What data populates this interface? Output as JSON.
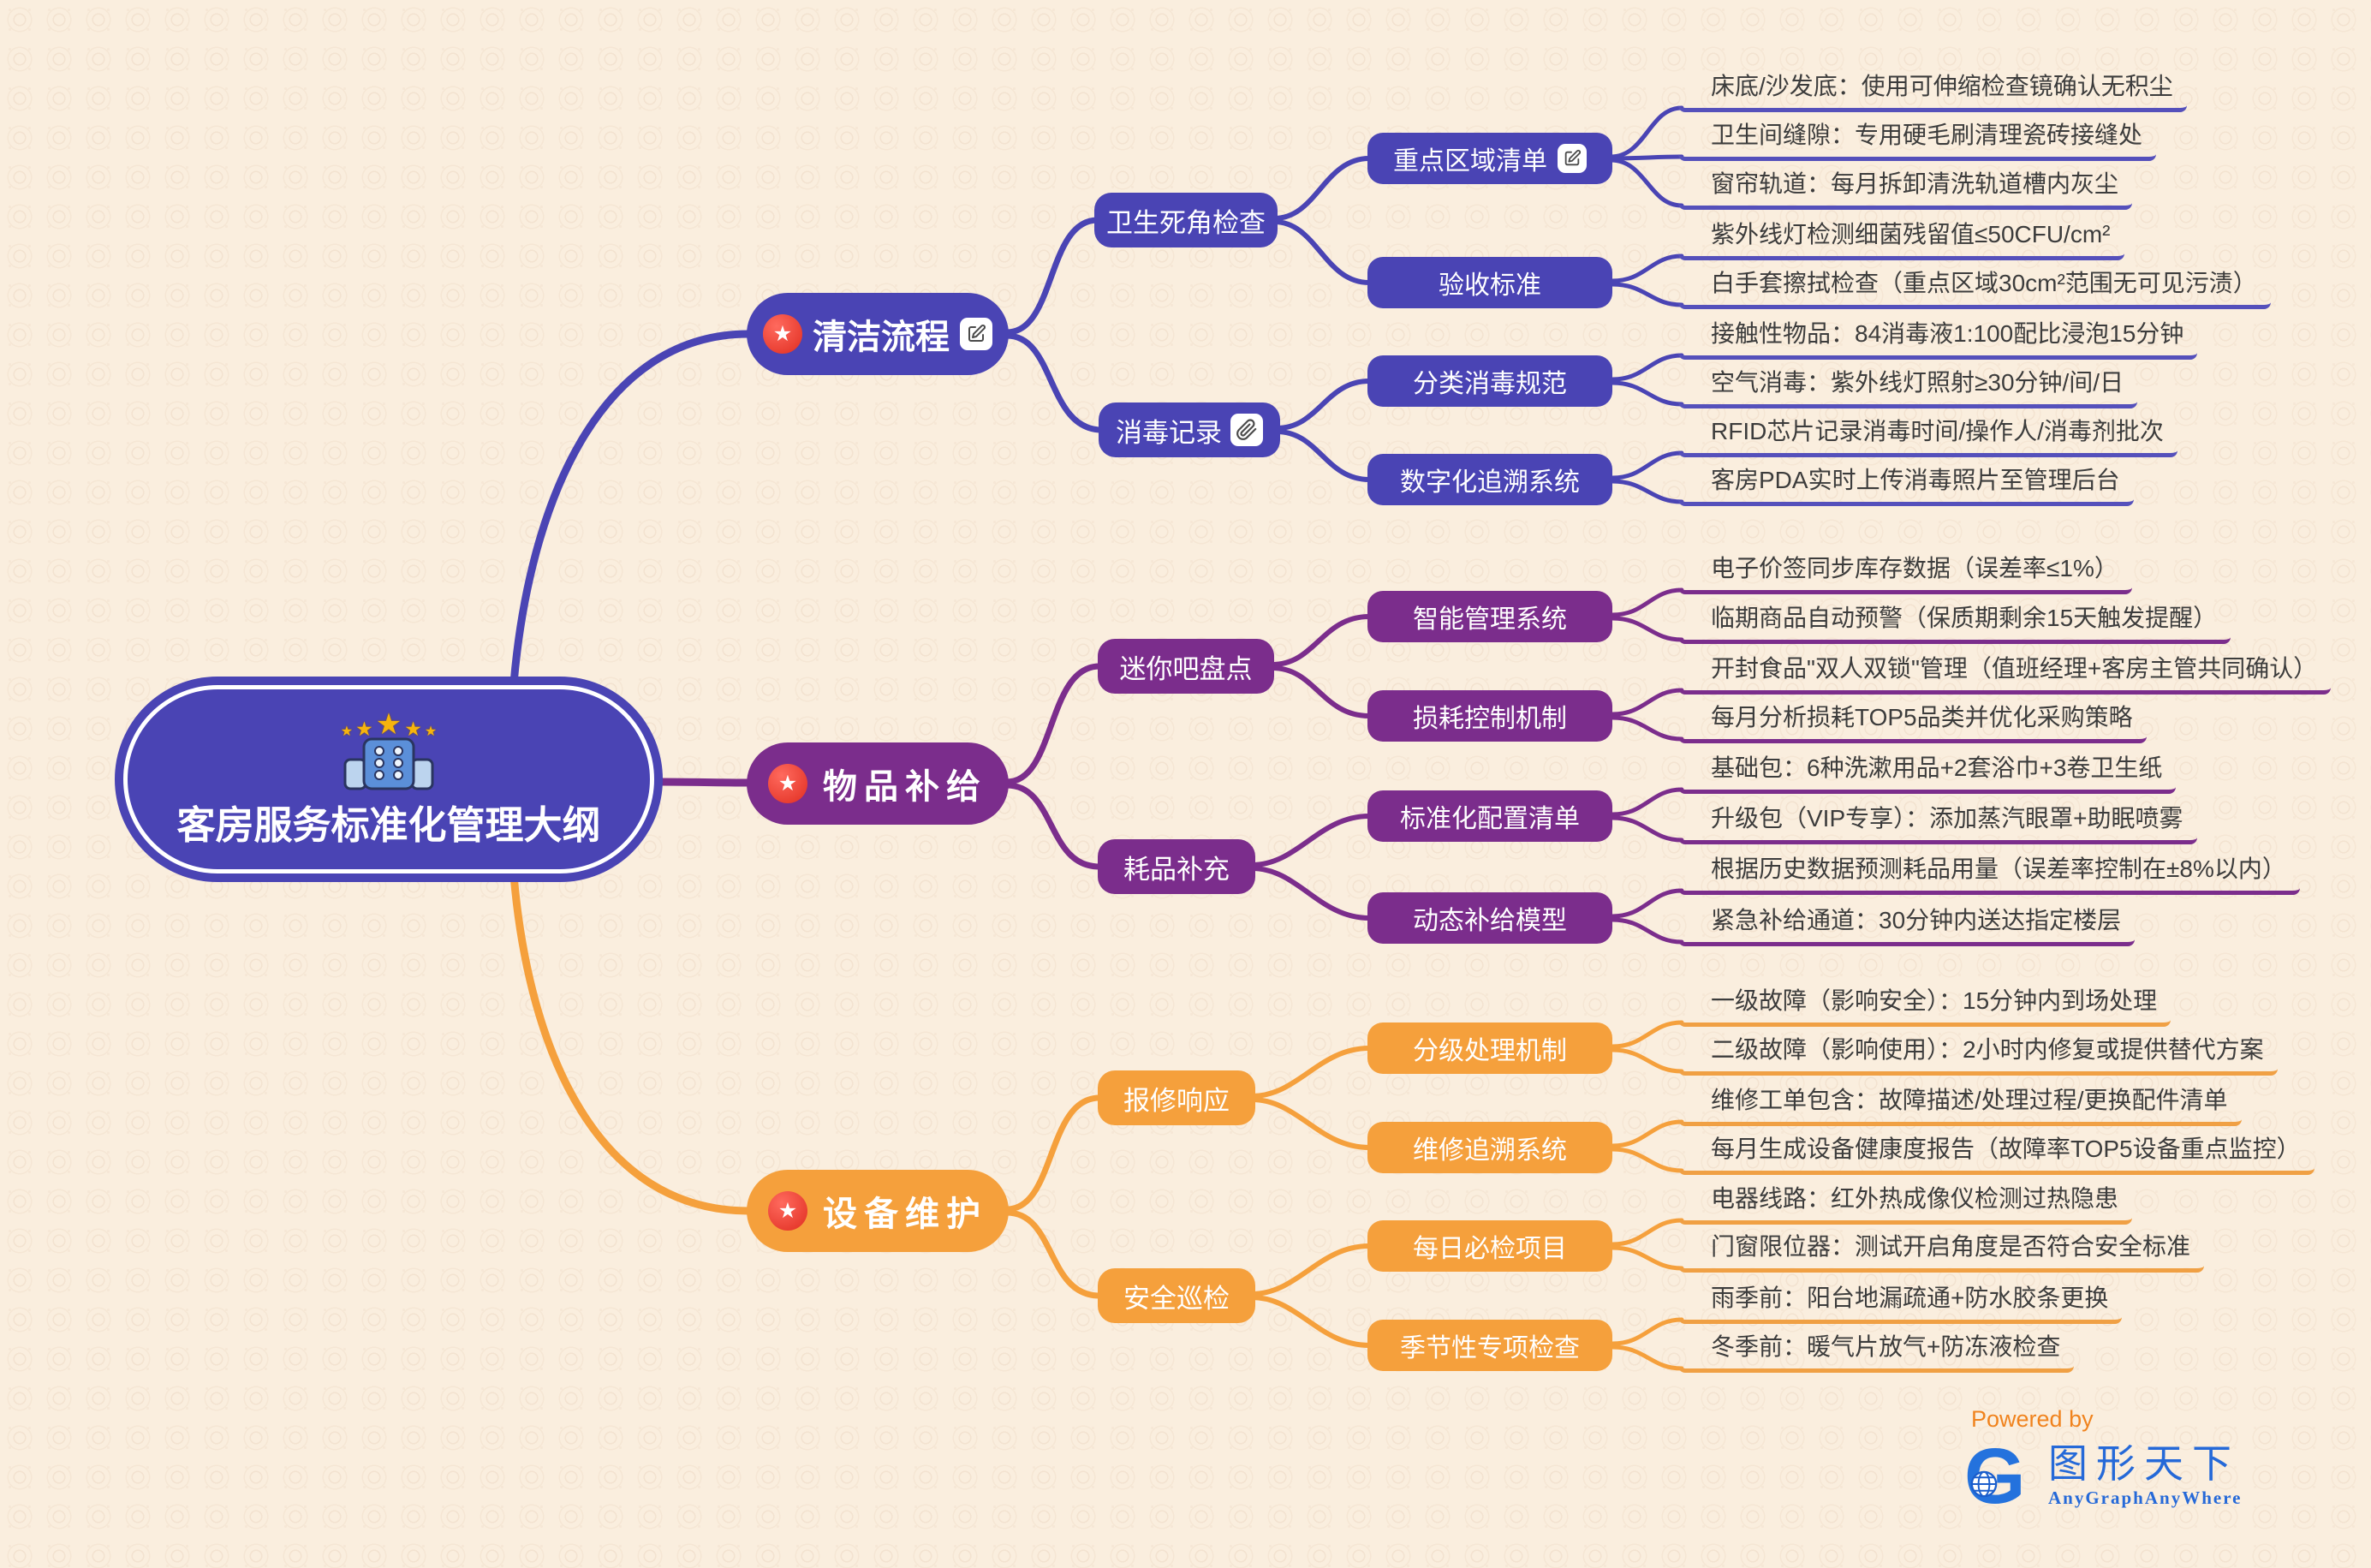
{
  "root": {
    "title": "客房服务标准化管理大纲"
  },
  "branches": [
    {
      "label": "清洁流程",
      "color": "#4a44b4",
      "children": [
        {
          "label": "卫生死角检查",
          "children": [
            {
              "label": "重点区域清单",
              "leaves": [
                "床底/沙发底：使用可伸缩检查镜确认无积尘",
                "卫生间缝隙：专用硬毛刷清理瓷砖接缝处",
                "窗帘轨道：每月拆卸清洗轨道槽内灰尘"
              ]
            },
            {
              "label": "验收标准",
              "leaves": [
                "紫外线灯检测细菌残留值≤50CFU/cm²",
                "白手套擦拭检查（重点区域30cm²范围无可见污渍）"
              ]
            }
          ]
        },
        {
          "label": "消毒记录",
          "children": [
            {
              "label": "分类消毒规范",
              "leaves": [
                "接触性物品：84消毒液1:100配比浸泡15分钟",
                "空气消毒：紫外线灯照射≥30分钟/间/日"
              ]
            },
            {
              "label": "数字化追溯系统",
              "leaves": [
                "RFID芯片记录消毒时间/操作人/消毒剂批次",
                "客房PDA实时上传消毒照片至管理后台"
              ]
            }
          ]
        }
      ]
    },
    {
      "label": "物品补给",
      "color": "#7b2d8c",
      "children": [
        {
          "label": "迷你吧盘点",
          "children": [
            {
              "label": "智能管理系统",
              "leaves": [
                "电子价签同步库存数据（误差率≤1%）",
                "临期商品自动预警（保质期剩余15天触发提醒）"
              ]
            },
            {
              "label": "损耗控制机制",
              "leaves": [
                "开封食品\"双人双锁\"管理（值班经理+客房主管共同确认）",
                "每月分析损耗TOP5品类并优化采购策略"
              ]
            }
          ]
        },
        {
          "label": "耗品补充",
          "children": [
            {
              "label": "标准化配置清单",
              "leaves": [
                "基础包：6种洗漱用品+2套浴巾+3卷卫生纸",
                "升级包（VIP专享）：添加蒸汽眼罩+助眠喷雾"
              ]
            },
            {
              "label": "动态补给模型",
              "leaves": [
                "根据历史数据预测耗品用量（误差率控制在±8%以内）",
                "紧急补给通道：30分钟内送达指定楼层"
              ]
            }
          ]
        }
      ]
    },
    {
      "label": "设备维护",
      "color": "#f5a03c",
      "children": [
        {
          "label": "报修响应",
          "children": [
            {
              "label": "分级处理机制",
              "leaves": [
                "一级故障（影响安全）：15分钟内到场处理",
                "二级故障（影响使用）：2小时内修复或提供替代方案"
              ]
            },
            {
              "label": "维修追溯系统",
              "leaves": [
                "维修工单包含：故障描述/处理过程/更换配件清单",
                "每月生成设备健康度报告（故障率TOP5设备重点监控）"
              ]
            }
          ]
        },
        {
          "label": "安全巡检",
          "children": [
            {
              "label": "每日必检项目",
              "leaves": [
                "电器线路：红外热成像仪检测过热隐患",
                "门窗限位器：测试开启角度是否符合安全标准"
              ]
            },
            {
              "label": "季节性专项检查",
              "leaves": [
                "雨季前：阳台地漏疏通+防水胶条更换",
                "冬季前：暖气片放气+防冻液检查"
              ]
            }
          ]
        }
      ]
    }
  ],
  "footer": {
    "powered_by": "Powered by",
    "brand": "图形天下",
    "brand_sub": "AnyGraphAnyWhere"
  },
  "colors": {
    "background": "#faeede",
    "branch_cleaning": "#4a44b4",
    "branch_supply": "#7b2d8c",
    "branch_equipment": "#f5a03c",
    "star_badge_red": "#e8382e",
    "leaf_text": "#3c3c3c",
    "powered_by_orange": "#f0831e",
    "brand_blue": "#2569d8"
  }
}
